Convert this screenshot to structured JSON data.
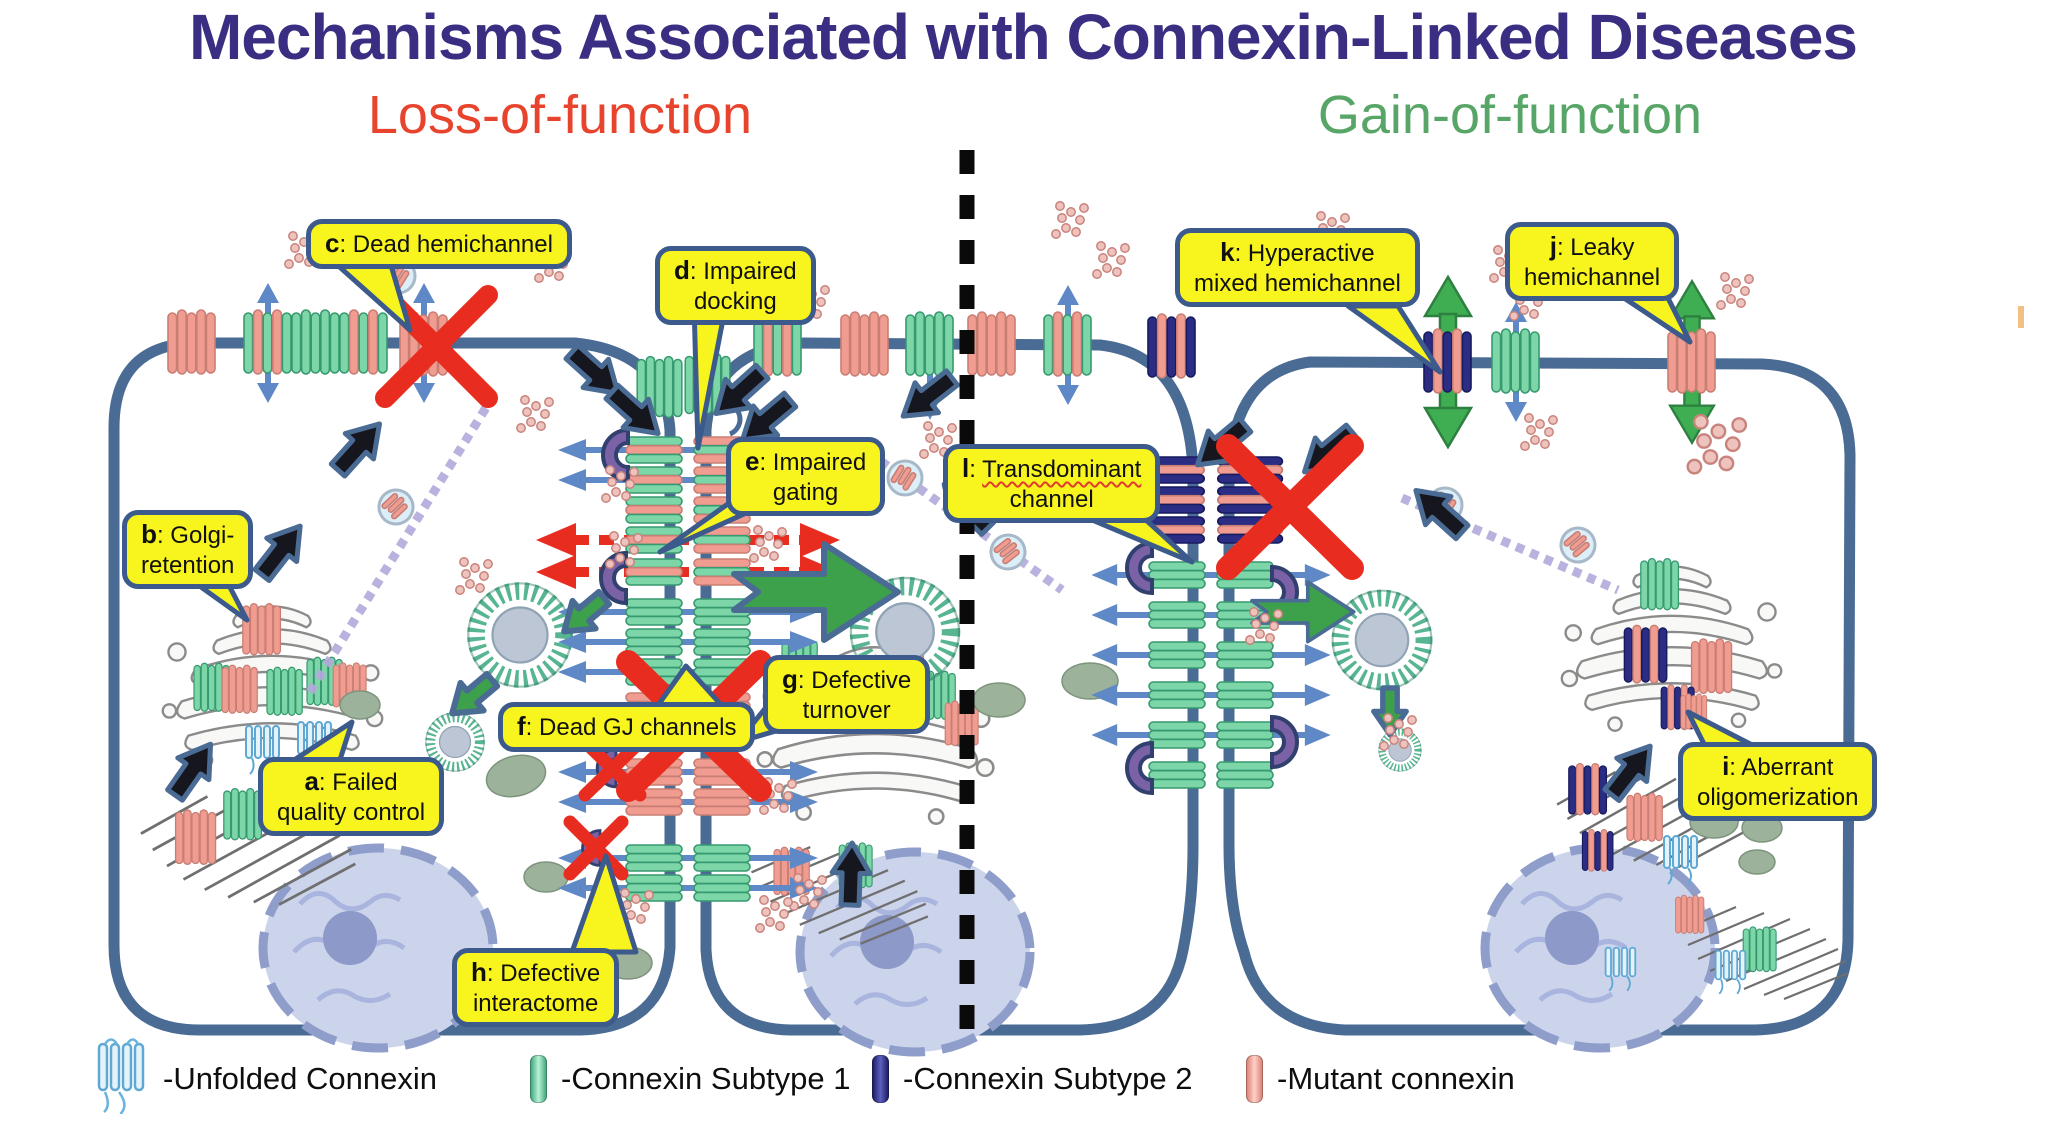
{
  "title": "Mechanisms Associated with Connexin-Linked Diseases",
  "sections": {
    "left": {
      "label": "Loss-of-function"
    },
    "right": {
      "label": "Gain-of-function"
    }
  },
  "callouts": [
    {
      "letter": "a",
      "l1": ": Failed",
      "l2": "quality control"
    },
    {
      "letter": "b",
      "l1": ": Golgi-",
      "l2": "retention"
    },
    {
      "letter": "c",
      "l1": ": Dead hemichannel"
    },
    {
      "letter": "d",
      "l1": ": Impaired",
      "l2": "docking"
    },
    {
      "letter": "e",
      "l1": ": Impaired",
      "l2": "gating"
    },
    {
      "letter": "f",
      "l1": ": Dead GJ channels"
    },
    {
      "letter": "g",
      "l1": ": Defective",
      "l2": "turnover"
    },
    {
      "letter": "h",
      "l1": ": Defective",
      "l2": "interactome"
    },
    {
      "letter": "i",
      "l1": ": Aberrant",
      "l2": "oligomerization"
    },
    {
      "letter": "j",
      "l1": ": Leaky",
      "l2": "hemichannel"
    },
    {
      "letter": "k",
      "l1": ": Hyperactive",
      "l2": "mixed hemichannel"
    },
    {
      "letter": "l",
      "l1": ": ",
      "underlined": "Transdominant",
      "l2": "channel"
    }
  ],
  "legend": [
    {
      "icon": "unfolded-connexin-icon",
      "label": "-Unfolded Connexin"
    },
    {
      "icon": "connexin-subtype-1-icon",
      "label": "-Connexin Subtype 1"
    },
    {
      "icon": "connexin-subtype-2-icon",
      "label": "-Connexin Subtype 2"
    },
    {
      "icon": "mutant-connexin-icon",
      "label": "-Mutant connexin"
    }
  ],
  "colors": {
    "title-indigo": "#3a2e82",
    "loss-red": "#e8432c",
    "gain-green": "#57a567",
    "callout-yellow": "#f8f51e",
    "callout-border": "#3c5a8c",
    "membrane-blue": "#4a6b94",
    "connexin1-mint": "#7cd6a8",
    "connexin2-navy": "#2b2d85",
    "mutant-salmon": "#f09c91",
    "unfolded-blue": "#5ea8d4",
    "arrow-blue": "#5f88c6",
    "arrow-dark": "#16161f",
    "alert-red": "#e82d20",
    "traffic-green": "#3da04b",
    "scaffold-purple": "#7b61a5",
    "ring-teal": "#57b591",
    "nucleus-lavender": "#ccd4eb",
    "microtubule-lavender": "#b2a9da",
    "endosome-sage": "#9cb29b",
    "dot-pink": "#eec3bd"
  }
}
